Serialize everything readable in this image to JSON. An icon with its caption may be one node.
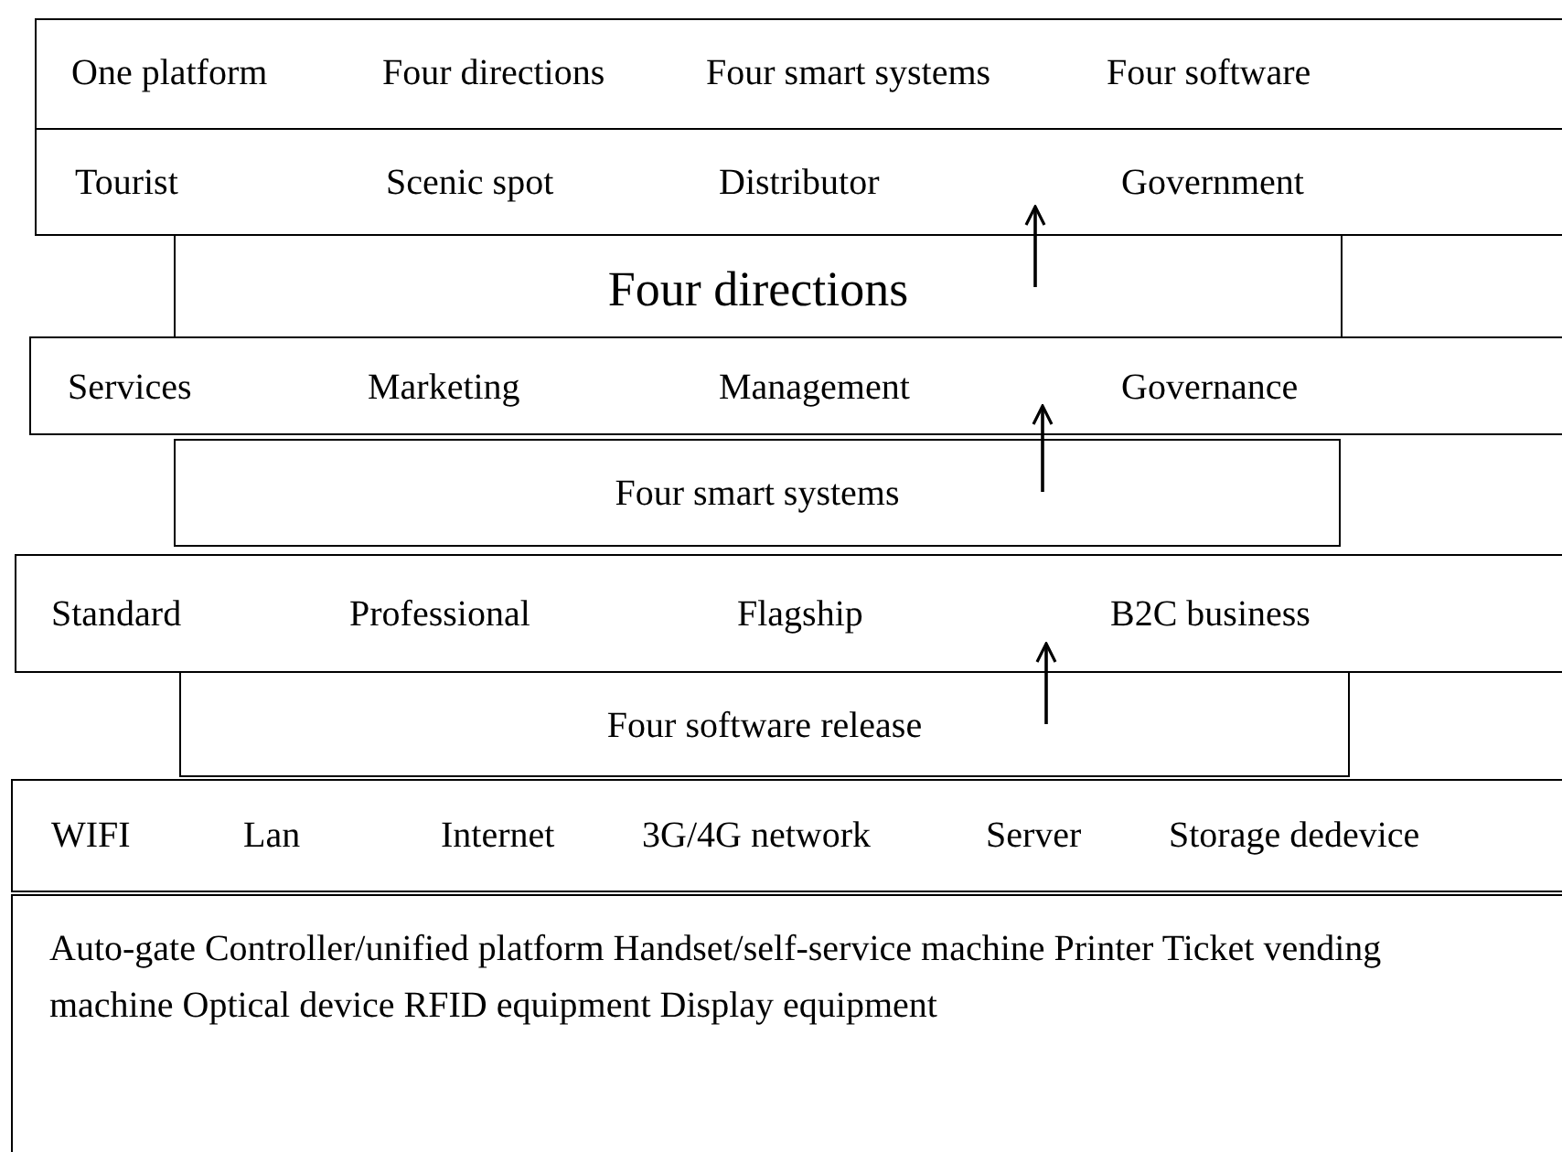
{
  "diagram": {
    "nodes": [
      {
        "text": [
          "One platform",
          "Four directions",
          "Four smart systems",
          "Four software"
        ]
      },
      {
        "text": [
          "Tourist",
          "Scenic spot",
          "Distributor",
          "Government"
        ]
      },
      {
        "text": [
          "Four directions"
        ]
      },
      {
        "text": [
          "Services",
          "Marketing",
          "Management",
          "Governance"
        ]
      },
      {
        "text": [
          "Four smart systems"
        ]
      },
      {
        "text": [
          "Standard",
          "Professional",
          "Flagship",
          "B2C business"
        ]
      },
      {
        "text": [
          "Four software release"
        ]
      },
      {
        "text": [
          "WIFI",
          "Lan",
          "Internet",
          "3G/4G network",
          "Server",
          "Storage dedevice"
        ]
      },
      {
        "text": [
          "Auto-gate Controller/unified platform Handset/self-service machine Printer Ticket vending machine Optical device RFID equipment Display equipment"
        ]
      }
    ],
    "edges": [
      {
        "from": 2,
        "to": 1,
        "arrow": "to"
      },
      {
        "from": 4,
        "to": 3,
        "arrow": "to"
      },
      {
        "from": 6,
        "to": 5,
        "arrow": "to"
      }
    ]
  }
}
